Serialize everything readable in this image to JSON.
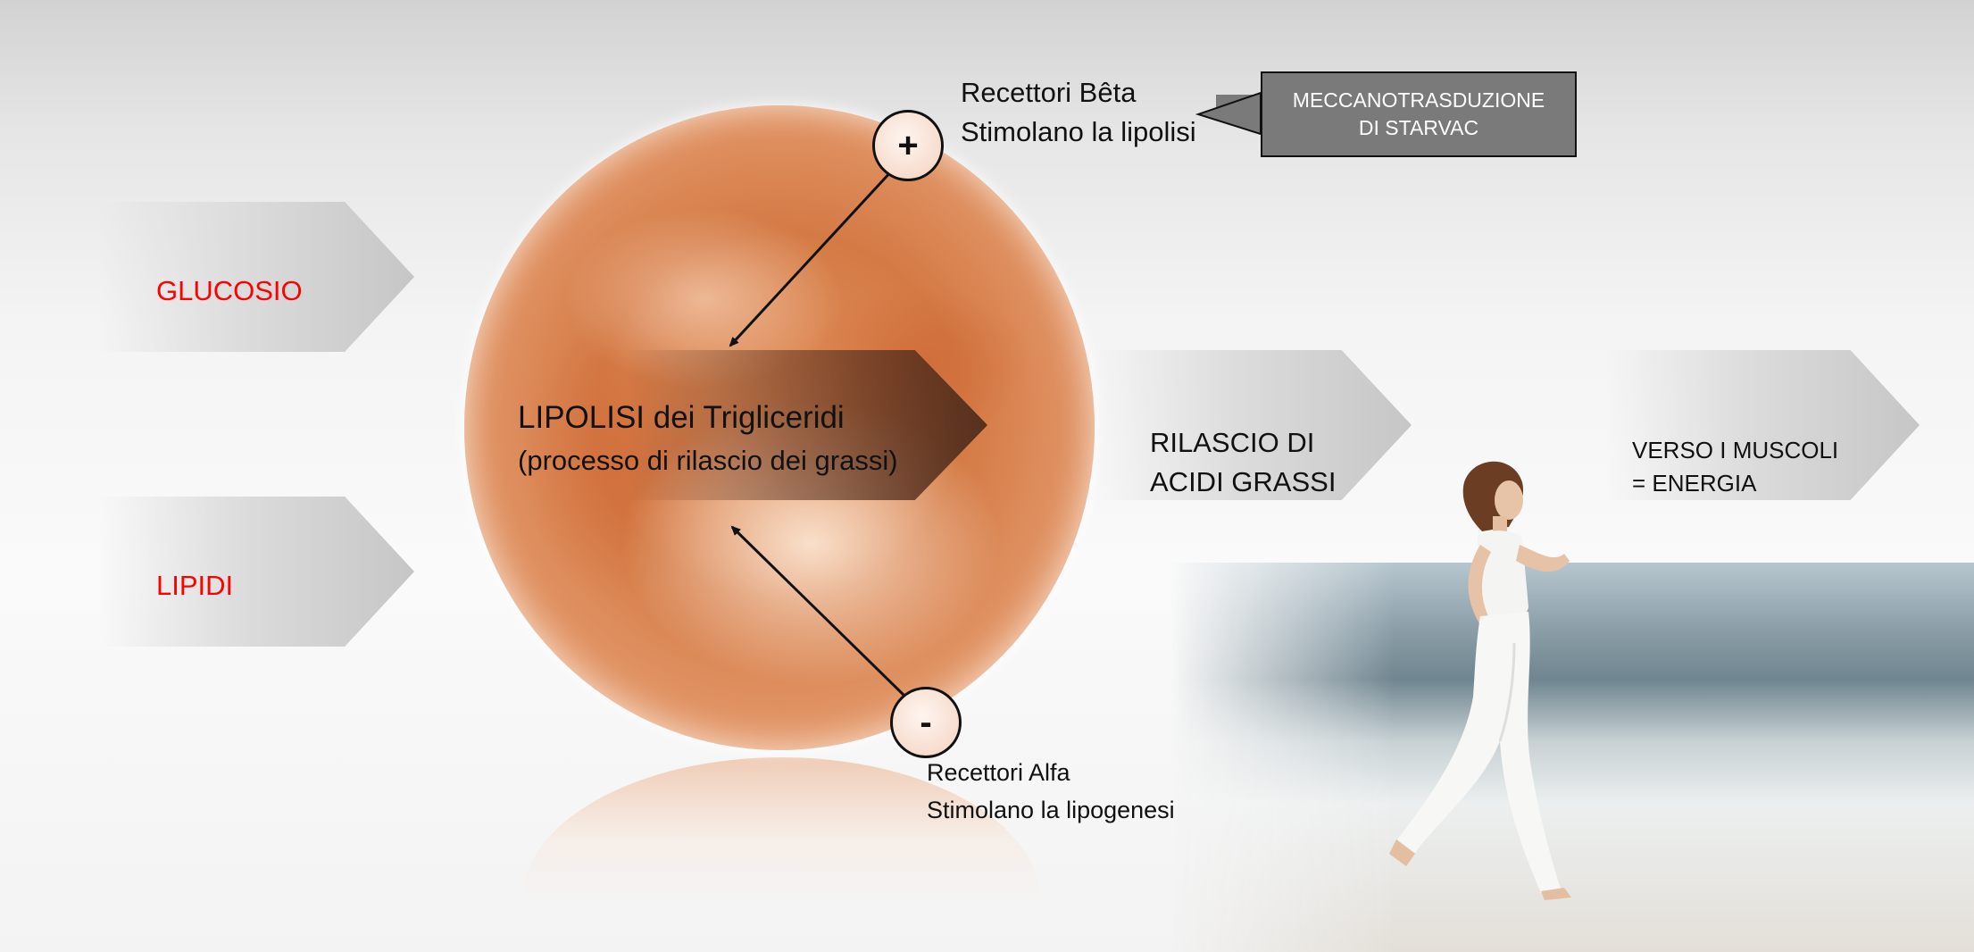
{
  "inputs": {
    "glucosio": "GLUCOSIO",
    "lipidi": "LIPIDI"
  },
  "center": {
    "title": "LIPOLISI dei Trigliceridi",
    "subtitle": "(processo di rilascio dei grassi)"
  },
  "beta": {
    "sign": "+",
    "line1": "Recettori Bêta",
    "line2": "Stimolano la lipolisi"
  },
  "alpha": {
    "sign": "-",
    "line1": "Recettori Alfa",
    "line2": "Stimolano la lipogenesi"
  },
  "mecca": {
    "line1": "MECCANOTRASDUZIONE",
    "line2": "DI STARVAC"
  },
  "release": {
    "line1": "RILASCIO DI",
    "line2": "ACIDI GRASSI"
  },
  "muscles": {
    "line1": "VERSO I MUSCOLI",
    "line2": "= ENERGIA"
  },
  "colors": {
    "input_text": "#ff0000",
    "mecca_box": "#7a7a7a"
  }
}
